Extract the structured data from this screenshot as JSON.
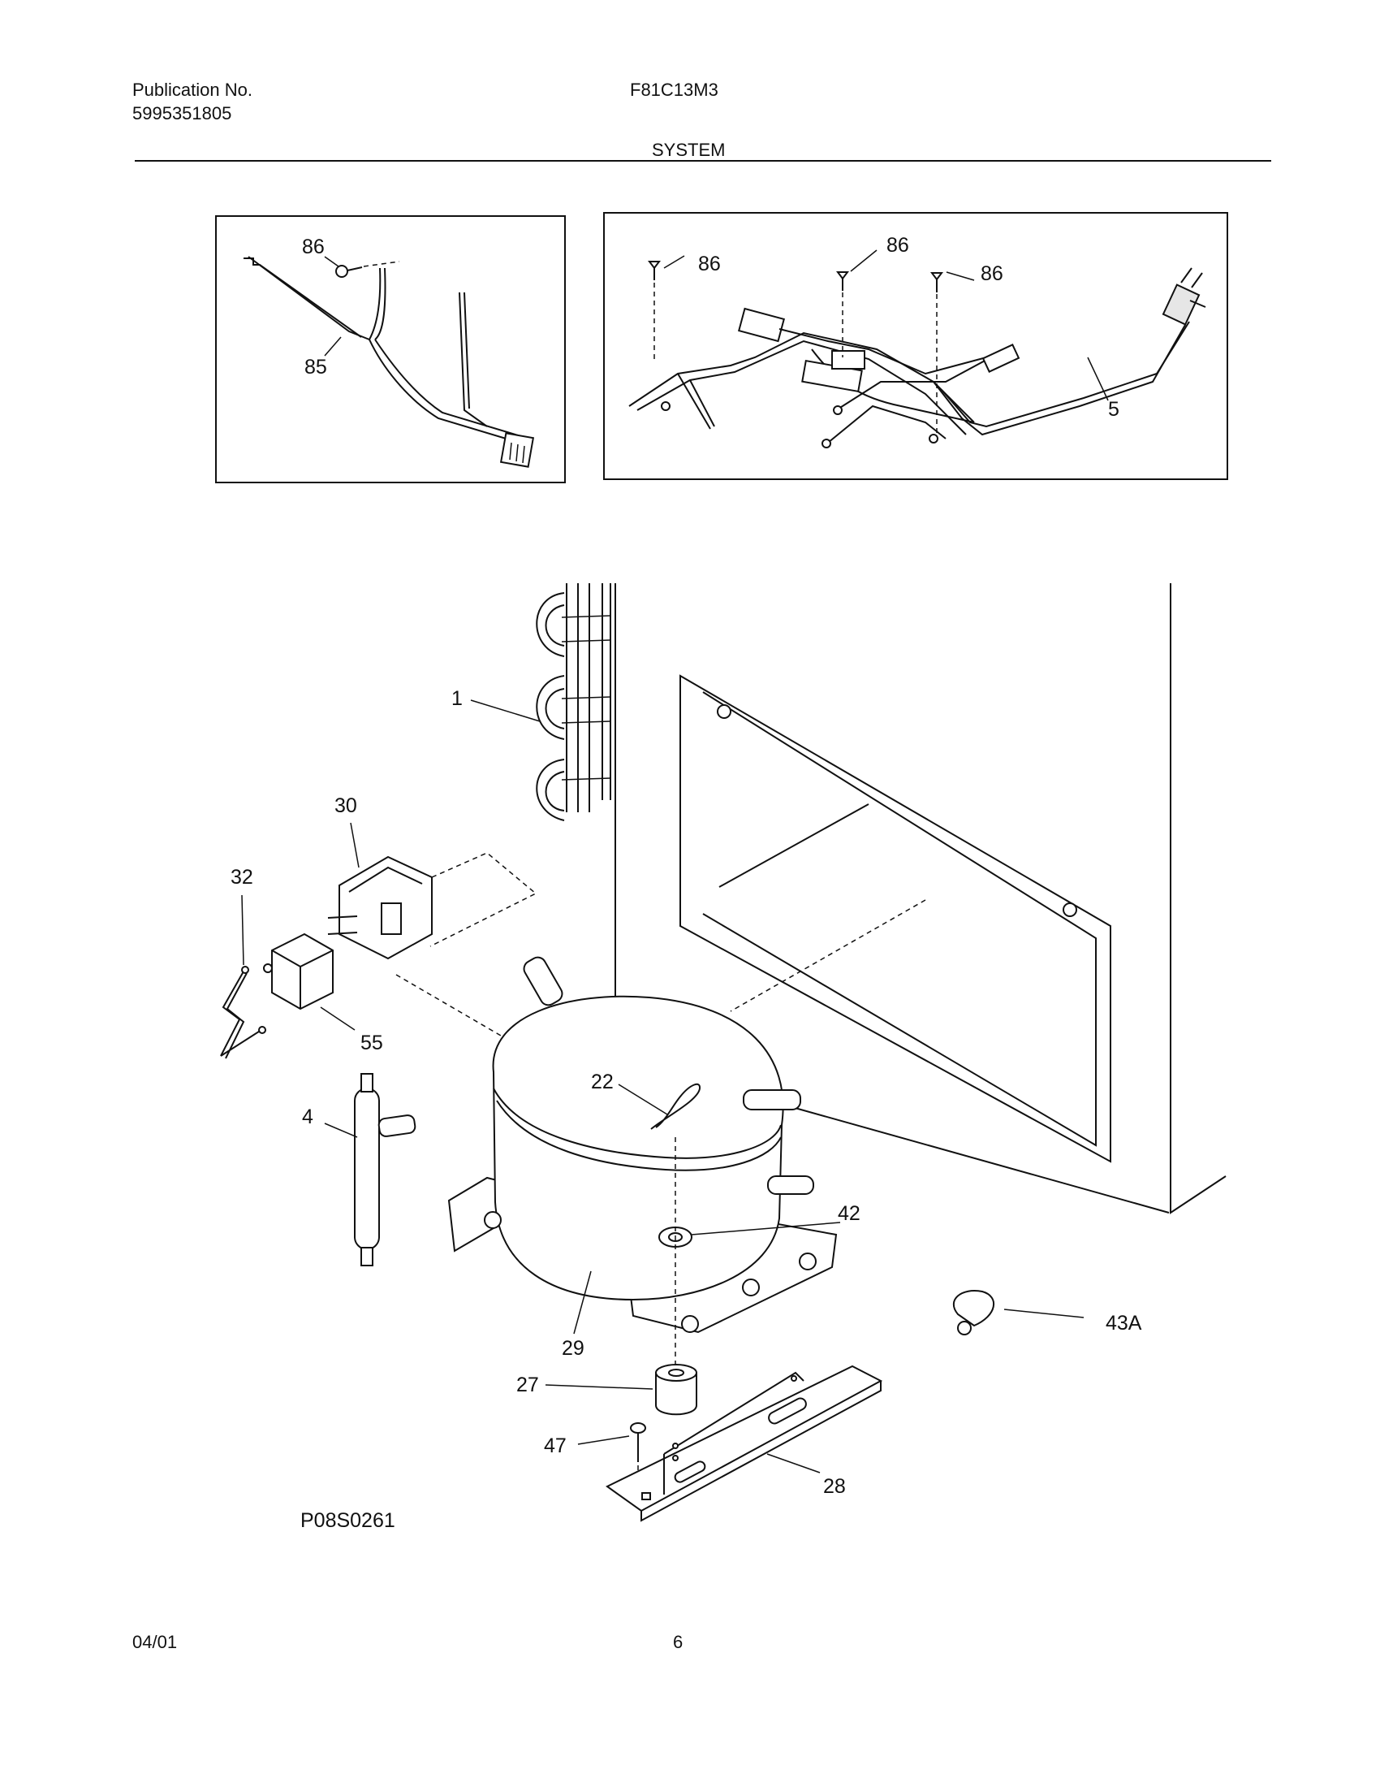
{
  "header": {
    "publication_label": "Publication No.",
    "publication_number": "5995351805",
    "model": "F81C13M3",
    "section": "SYSTEM"
  },
  "callouts": {
    "c86a": "86",
    "c85": "85",
    "c86b": "86",
    "c86c": "86",
    "c86d": "86",
    "c5": "5",
    "c1": "1",
    "c30": "30",
    "c32": "32",
    "c55": "55",
    "c4": "4",
    "c22": "22",
    "c42": "42",
    "c29": "29",
    "c43a": "43A",
    "c27": "27",
    "c47": "47",
    "c28": "28"
  },
  "figure_id": "P08S0261",
  "footer": {
    "date": "04/01",
    "page": "6"
  }
}
